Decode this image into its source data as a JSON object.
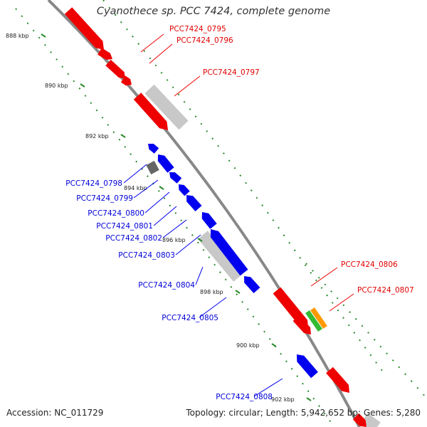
{
  "title": "Cyanothece sp. PCC 7424, complete genome",
  "accession": "Accession: NC_011729",
  "topology": "Topology: circular; Length: 5,942,652 bp; Genes: 5,280",
  "ticks": [
    "888 kbp",
    "890 kbp",
    "892 kbp",
    "894 kbp",
    "896 kbp",
    "898 kbp",
    "900 kbp",
    "902 kbp"
  ],
  "genes": [
    {
      "id": "PCC7424_0795",
      "strand": "forward",
      "color": "#ee0000"
    },
    {
      "id": "PCC7424_0796",
      "strand": "forward",
      "color": "#ee0000"
    },
    {
      "id": "PCC7424_0797",
      "strand": "forward",
      "color": "#ee0000"
    },
    {
      "id": "PCC7424_0798",
      "strand": "reverse",
      "color": "#0000ee"
    },
    {
      "id": "PCC7424_0799",
      "strand": "reverse",
      "color": "#0000ee"
    },
    {
      "id": "PCC7424_0800",
      "strand": "reverse",
      "color": "#0000ee"
    },
    {
      "id": "PCC7424_0801",
      "strand": "reverse",
      "color": "#0000ee"
    },
    {
      "id": "PCC7424_0802",
      "strand": "reverse",
      "color": "#0000ee"
    },
    {
      "id": "PCC7424_0803",
      "strand": "reverse",
      "color": "#0000ee"
    },
    {
      "id": "PCC7424_0804",
      "strand": "reverse",
      "color": "#0000ee"
    },
    {
      "id": "PCC7424_0805",
      "strand": "reverse",
      "color": "#0000ee"
    },
    {
      "id": "PCC7424_0806",
      "strand": "forward",
      "color": "#ee0000"
    },
    {
      "id": "PCC7424_0807",
      "strand": "forward",
      "color": "#ee0000"
    },
    {
      "id": "PCC7424_0808",
      "strand": "reverse",
      "color": "#0000ee"
    }
  ],
  "colors": {
    "forward": "#ee0000",
    "reverse": "#0000ee",
    "backbone": "#888888",
    "grid": "#2a8a2a",
    "shadow": "#c8c8c8",
    "dark_shadow": "#666666",
    "green_gene": "#33bb33",
    "orange_gene": "#ff9900"
  }
}
